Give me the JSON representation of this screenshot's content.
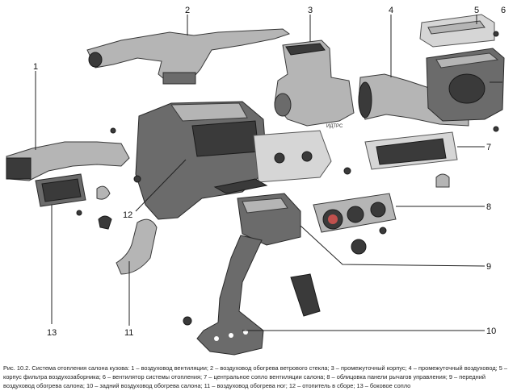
{
  "figure": {
    "caption": "Рис. 10.2. Система отопления салона кузова: 1 – воздуховод вентиляции; 2 – воздуховод обогрева ветрового стекла; 3 – промежуточный корпус; 4 – промежуточный воздуховод; 5 – корпус фильтра воздухозаборника; 6 – вентилятор системы отопления; 7 – центральное сопло вентиляции салона; 8 – облицовка панели рычагов управления; 9 – передний воздуховод обогрева салона; 10 – задний воздуховод обогрева салона; 11 – воздуховод обогрева ног; 12 – отопитель в сборе; 13 – боковое сопло",
    "watermark": "ИДТРС",
    "callouts": [
      "1",
      "2",
      "3",
      "4",
      "5",
      "6",
      "7",
      "8",
      "9",
      "10",
      "11",
      "12",
      "13"
    ]
  }
}
